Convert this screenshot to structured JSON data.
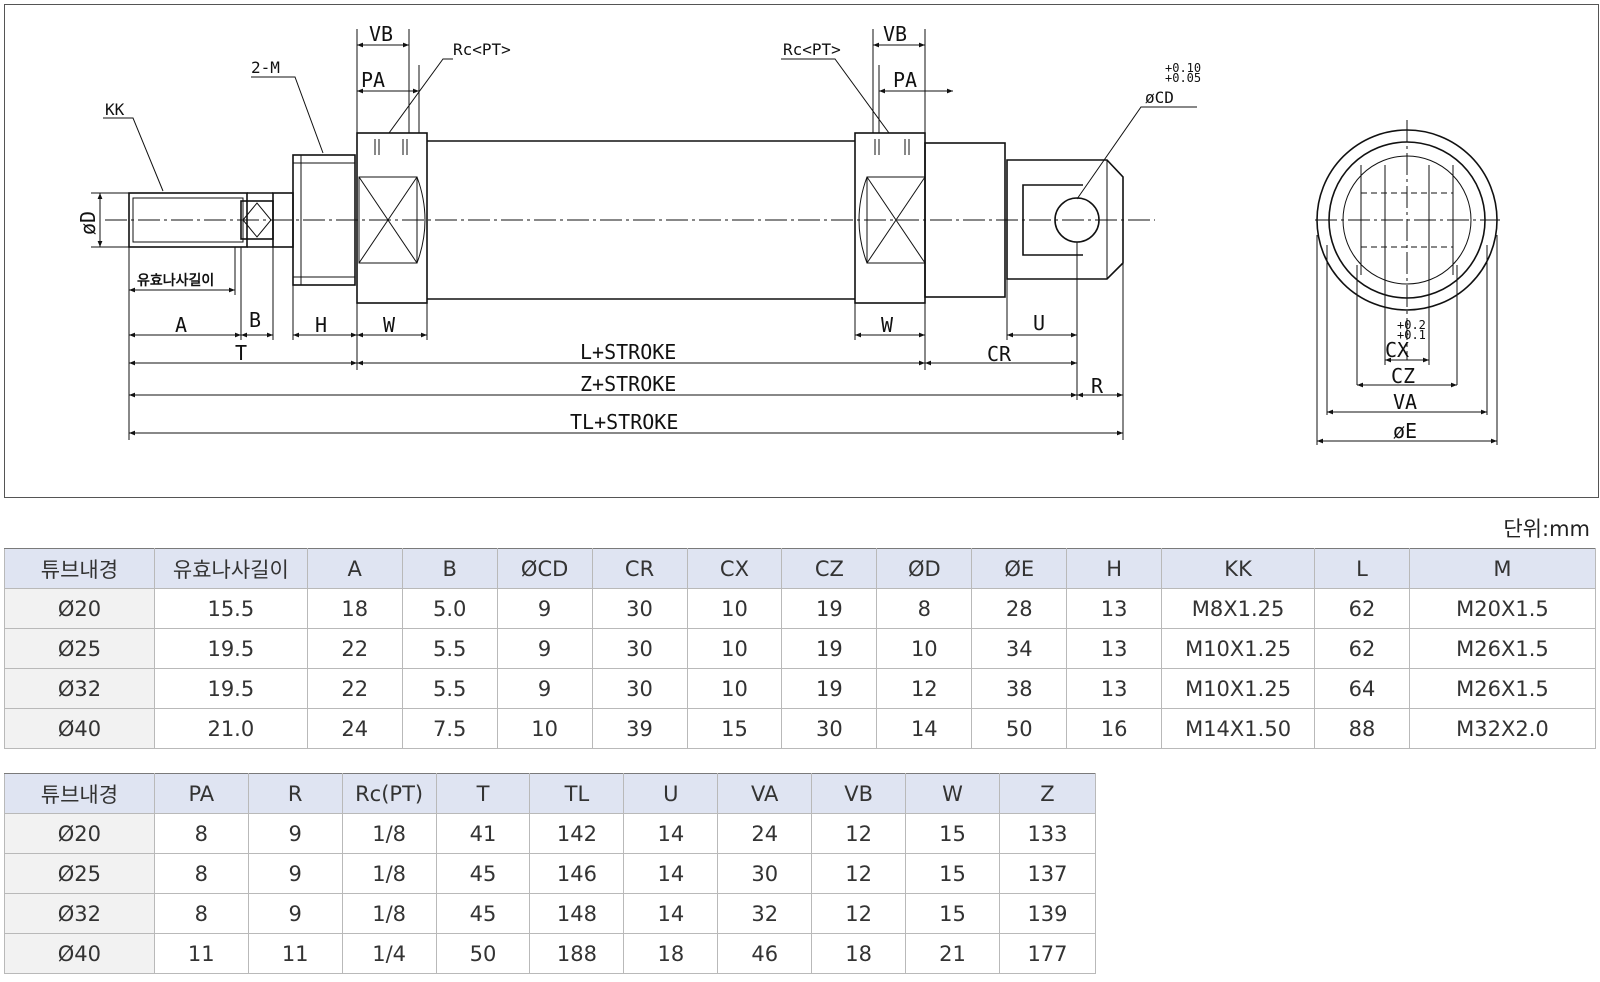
{
  "unit_label": "단위:mm",
  "drawing": {
    "labels": {
      "kk": "KK",
      "two_m": "2-M",
      "vb_left": "VB",
      "rc_left": "Rc<PT>",
      "pa_left": "PA",
      "rc_right": "Rc<PT>",
      "vb_right": "VB",
      "pa_right": "PA",
      "tol_cd_upper": "+0.10",
      "tol_cd_lower": "+0.05",
      "cd": "øCD",
      "d": "øD",
      "thread_length": "유효나사길이",
      "a": "A",
      "b": "B",
      "h": "H",
      "w_left": "W",
      "w_right": "W",
      "u": "U",
      "t": "T",
      "l_stroke": "L+STROKE",
      "cr": "CR",
      "z_stroke": "Z+STROKE",
      "r": "R",
      "tl_stroke": "TL+STROKE",
      "tol_cx_upper": "+0.2",
      "tol_cx_lower": "+0.1",
      "cx": "CX",
      "cz": "CZ",
      "va": "VA",
      "e": "øE"
    }
  },
  "table1": {
    "headers": [
      "튜브내경",
      "유효나사길이",
      "A",
      "B",
      "ØCD",
      "CR",
      "CX",
      "CZ",
      "ØD",
      "ØE",
      "H",
      "KK",
      "L",
      "M"
    ],
    "rows": [
      [
        "Ø20",
        "15.5",
        "18",
        "5.0",
        "9",
        "30",
        "10",
        "19",
        "8",
        "28",
        "13",
        "M8X1.25",
        "62",
        "M20X1.5"
      ],
      [
        "Ø25",
        "19.5",
        "22",
        "5.5",
        "9",
        "30",
        "10",
        "19",
        "10",
        "34",
        "13",
        "M10X1.25",
        "62",
        "M26X1.5"
      ],
      [
        "Ø32",
        "19.5",
        "22",
        "5.5",
        "9",
        "30",
        "10",
        "19",
        "12",
        "38",
        "13",
        "M10X1.25",
        "64",
        "M26X1.5"
      ],
      [
        "Ø40",
        "21.0",
        "24",
        "7.5",
        "10",
        "39",
        "15",
        "30",
        "14",
        "50",
        "16",
        "M14X1.50",
        "88",
        "M32X2.0"
      ]
    ]
  },
  "table2": {
    "headers": [
      "튜브내경",
      "PA",
      "R",
      "Rc(PT)",
      "T",
      "TL",
      "U",
      "VA",
      "VB",
      "W",
      "Z"
    ],
    "rows": [
      [
        "Ø20",
        "8",
        "9",
        "1/8",
        "41",
        "142",
        "14",
        "24",
        "12",
        "15",
        "133"
      ],
      [
        "Ø25",
        "8",
        "9",
        "1/8",
        "45",
        "146",
        "14",
        "30",
        "12",
        "15",
        "137"
      ],
      [
        "Ø32",
        "8",
        "9",
        "1/8",
        "45",
        "148",
        "14",
        "32",
        "12",
        "15",
        "139"
      ],
      [
        "Ø40",
        "11",
        "11",
        "1/4",
        "50",
        "188",
        "18",
        "46",
        "18",
        "21",
        "177"
      ]
    ]
  }
}
